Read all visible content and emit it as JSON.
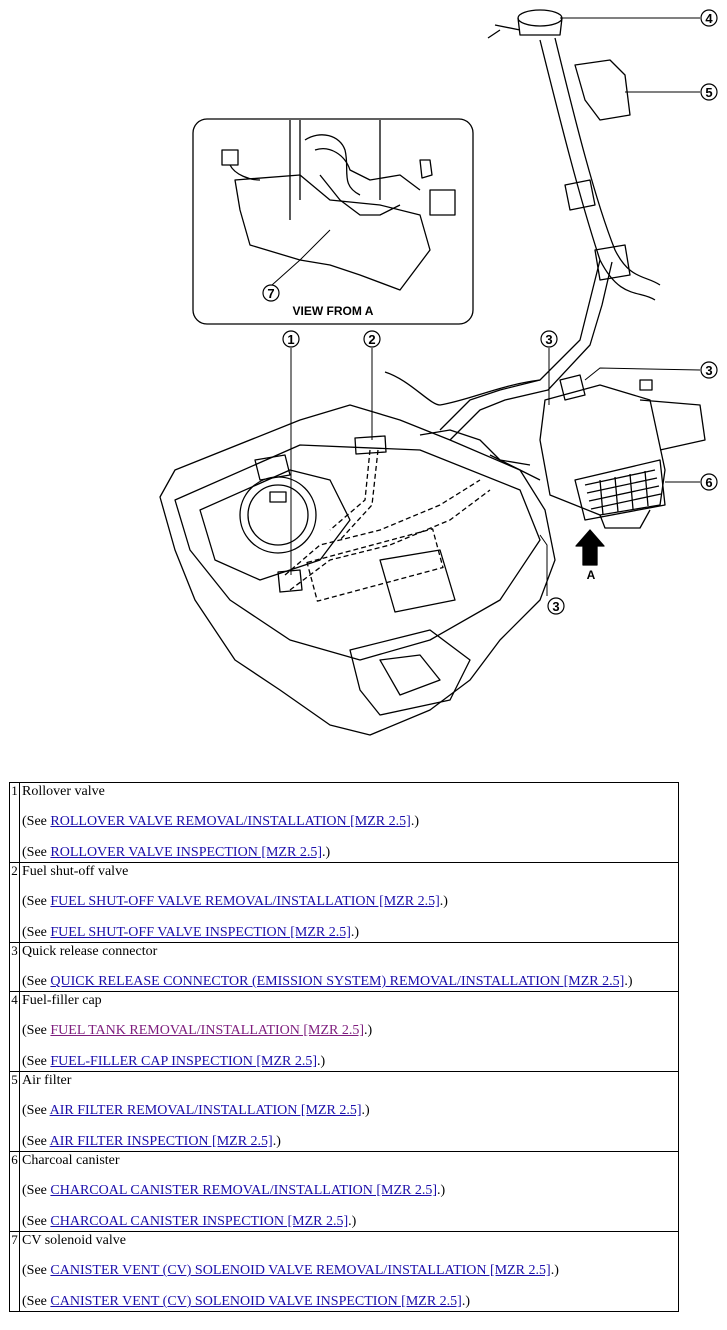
{
  "diagram": {
    "view_label": "VIEW FROM A",
    "arrow_label": "A",
    "callouts": [
      "1",
      "2",
      "3",
      "3",
      "3",
      "4",
      "5",
      "6",
      "7"
    ]
  },
  "parts": [
    {
      "num": "1",
      "name": "Rollover valve",
      "refs": [
        {
          "pre": "(See ",
          "link": "ROLLOVER VALVE REMOVAL/INSTALLATION [MZR 2.5]",
          "post": ".)"
        },
        {
          "pre": "(See ",
          "link": "ROLLOVER VALVE INSPECTION [MZR 2.5]",
          "post": ".)"
        }
      ]
    },
    {
      "num": "2",
      "name": "Fuel shut-off valve",
      "refs": [
        {
          "pre": "(See ",
          "link": "FUEL SHUT-OFF VALVE REMOVAL/INSTALLATION [MZR 2.5]",
          "post": ".)"
        },
        {
          "pre": "(See ",
          "link": "FUEL SHUT-OFF VALVE INSPECTION [MZR 2.5]",
          "post": ".)"
        }
      ]
    },
    {
      "num": "3",
      "name": "Quick release connector",
      "refs": [
        {
          "pre": "(See ",
          "link": "QUICK RELEASE CONNECTOR (EMISSION SYSTEM) REMOVAL/INSTALLATION [MZR 2.5]",
          "post": ".)"
        }
      ]
    },
    {
      "num": "4",
      "name": "Fuel-filler cap",
      "refs": [
        {
          "pre": "(See ",
          "link": "FUEL TANK REMOVAL/INSTALLATION [MZR 2.5]",
          "post": ".)",
          "visited": true
        },
        {
          "pre": "(See ",
          "link": "FUEL-FILLER CAP INSPECTION [MZR 2.5]",
          "post": ".)"
        }
      ]
    },
    {
      "num": "5",
      "name": "Air filter",
      "refs": [
        {
          "pre": "(See ",
          "link": "AIR FILTER REMOVAL/INSTALLATION [MZR 2.5]",
          "post": ".)"
        },
        {
          "pre": "(See ",
          "link": "AIR FILTER INSPECTION [MZR 2.5]",
          "post": ".)"
        }
      ]
    },
    {
      "num": "6",
      "name": "Charcoal canister",
      "refs": [
        {
          "pre": "(See ",
          "link": "CHARCOAL CANISTER REMOVAL/INSTALLATION [MZR 2.5]",
          "post": ".)"
        },
        {
          "pre": "(See ",
          "link": "CHARCOAL CANISTER INSPECTION [MZR 2.5]",
          "post": ".)"
        }
      ]
    },
    {
      "num": "7",
      "name": "CV solenoid valve",
      "refs": [
        {
          "pre": "(See ",
          "link": "CANISTER VENT (CV) SOLENOID VALVE REMOVAL/INSTALLATION [MZR 2.5]",
          "post": ".)"
        },
        {
          "pre": "(See ",
          "link": "CANISTER VENT (CV) SOLENOID VALVE INSPECTION [MZR 2.5]",
          "post": ".)"
        }
      ]
    }
  ]
}
